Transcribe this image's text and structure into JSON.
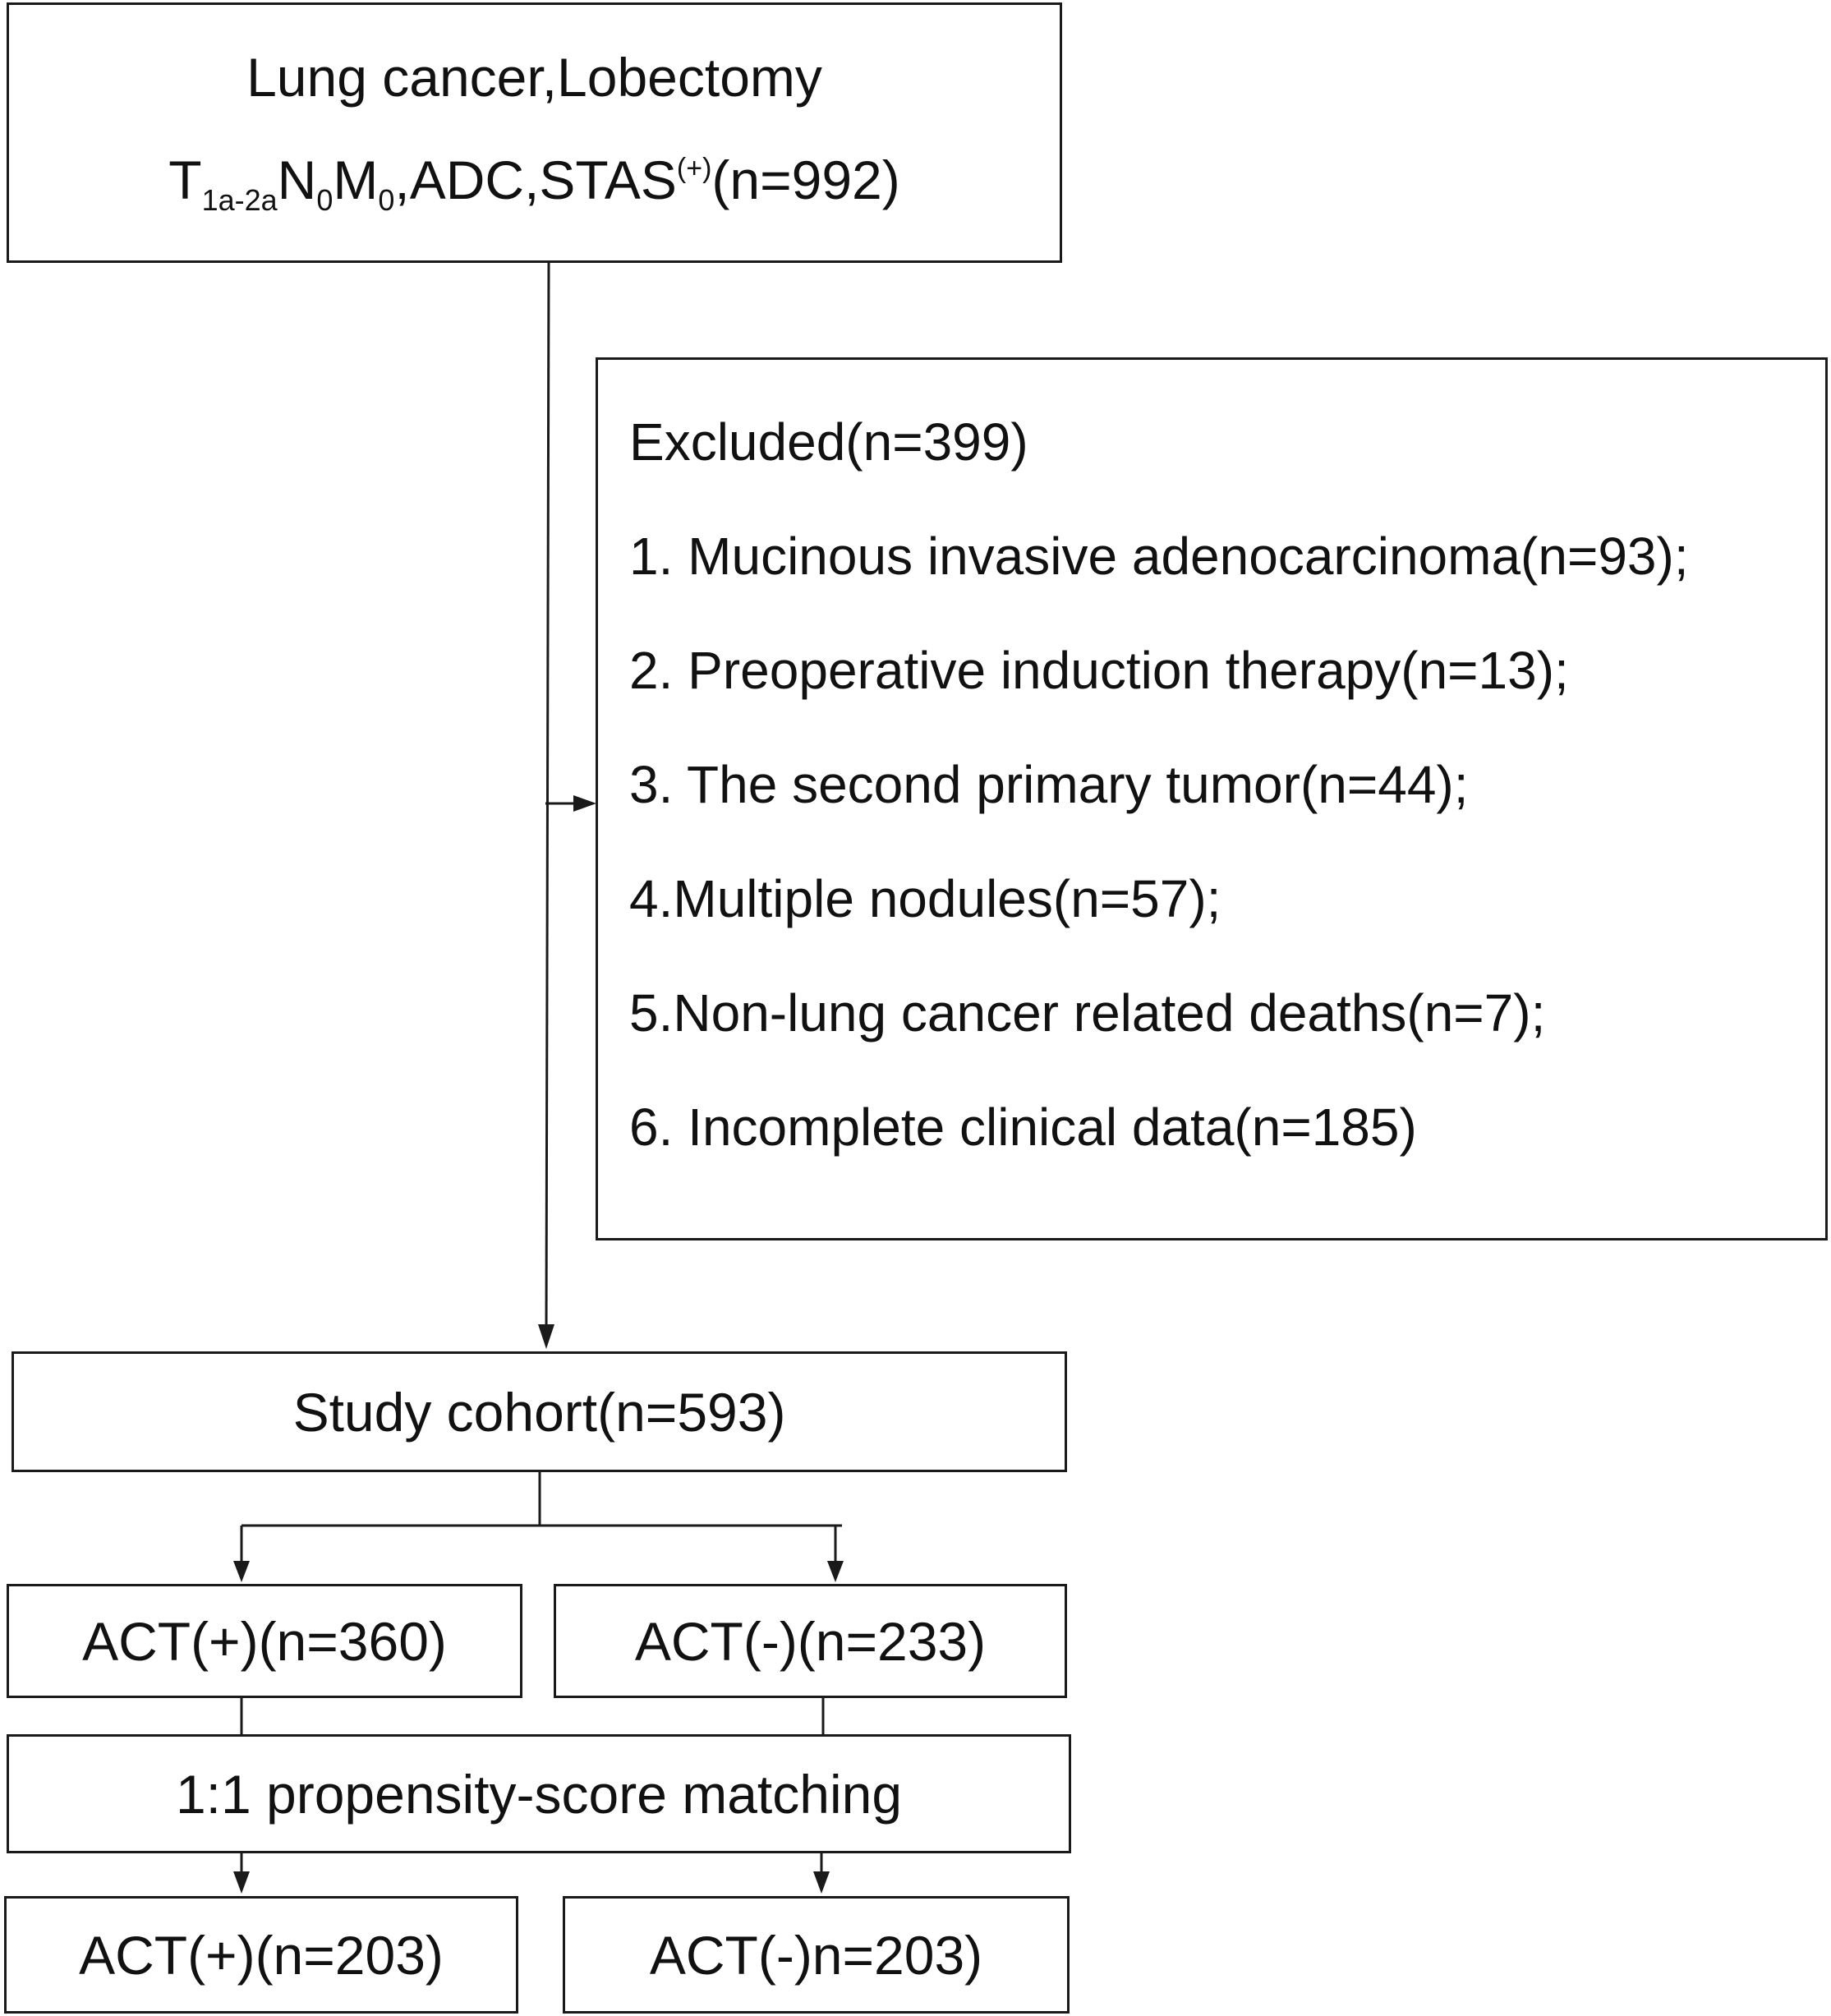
{
  "top_box": {
    "line1": "Lung cancer,Lobectomy",
    "line2_T": "T",
    "line2_T_sub": "1a-2a",
    "line2_N": "N",
    "line2_N_sub": "0",
    "line2_M": "M",
    "line2_M_sub": "0",
    "line2_mid": ",ADC,STAS",
    "line2_sup": "(+)",
    "line2_end": "(n=992)"
  },
  "excluded_box": {
    "title": "Excluded(n=399)",
    "items": [
      "1. Mucinous invasive adenocarcinoma(n=93);",
      "2. Preoperative induction therapy(n=13);",
      "3. The second primary tumor(n=44);",
      "4.Multiple nodules(n=57);",
      "5.Non-lung cancer related deaths(n=7);",
      "6. Incomplete clinical data(n=185)"
    ]
  },
  "study_cohort": "Study cohort(n=593)",
  "act_positive": "ACT(+)(n=360)",
  "act_negative": "ACT(-)(n=233)",
  "matching": "1:1 propensity-score matching",
  "matched_positive": "ACT(+)(n=203)",
  "matched_negative": "ACT(-)n=203)",
  "colors": {
    "line": "#1a1a1a",
    "text": "#111111",
    "background": "#ffffff"
  }
}
